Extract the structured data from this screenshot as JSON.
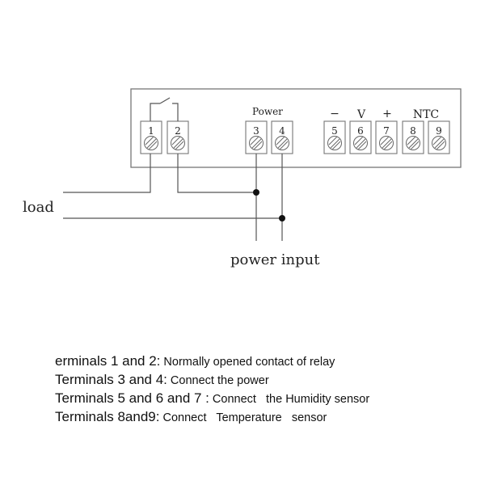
{
  "diagram": {
    "group_labels": {
      "power": "Power",
      "minus": "−",
      "v": "V",
      "plus": "+",
      "ntc": "NTC"
    },
    "terminals": [
      "1",
      "2",
      "3",
      "4",
      "5",
      "6",
      "7",
      "8",
      "9"
    ],
    "load_label": "load",
    "power_input_label": "power input",
    "line_color": "#555555"
  },
  "notes": [
    {
      "head": "erminals 1 and 2:",
      "body": " Normally opened contact of relay"
    },
    {
      "head": "Terminals 3 and 4:",
      "body": " Connect the power"
    },
    {
      "head": "Terminals 5 and 6 and 7 :",
      "body": " Connect   the Humidity sensor"
    },
    {
      "head": "Terminals 8and9:",
      "body": " Connect   Temperature   sensor"
    }
  ]
}
